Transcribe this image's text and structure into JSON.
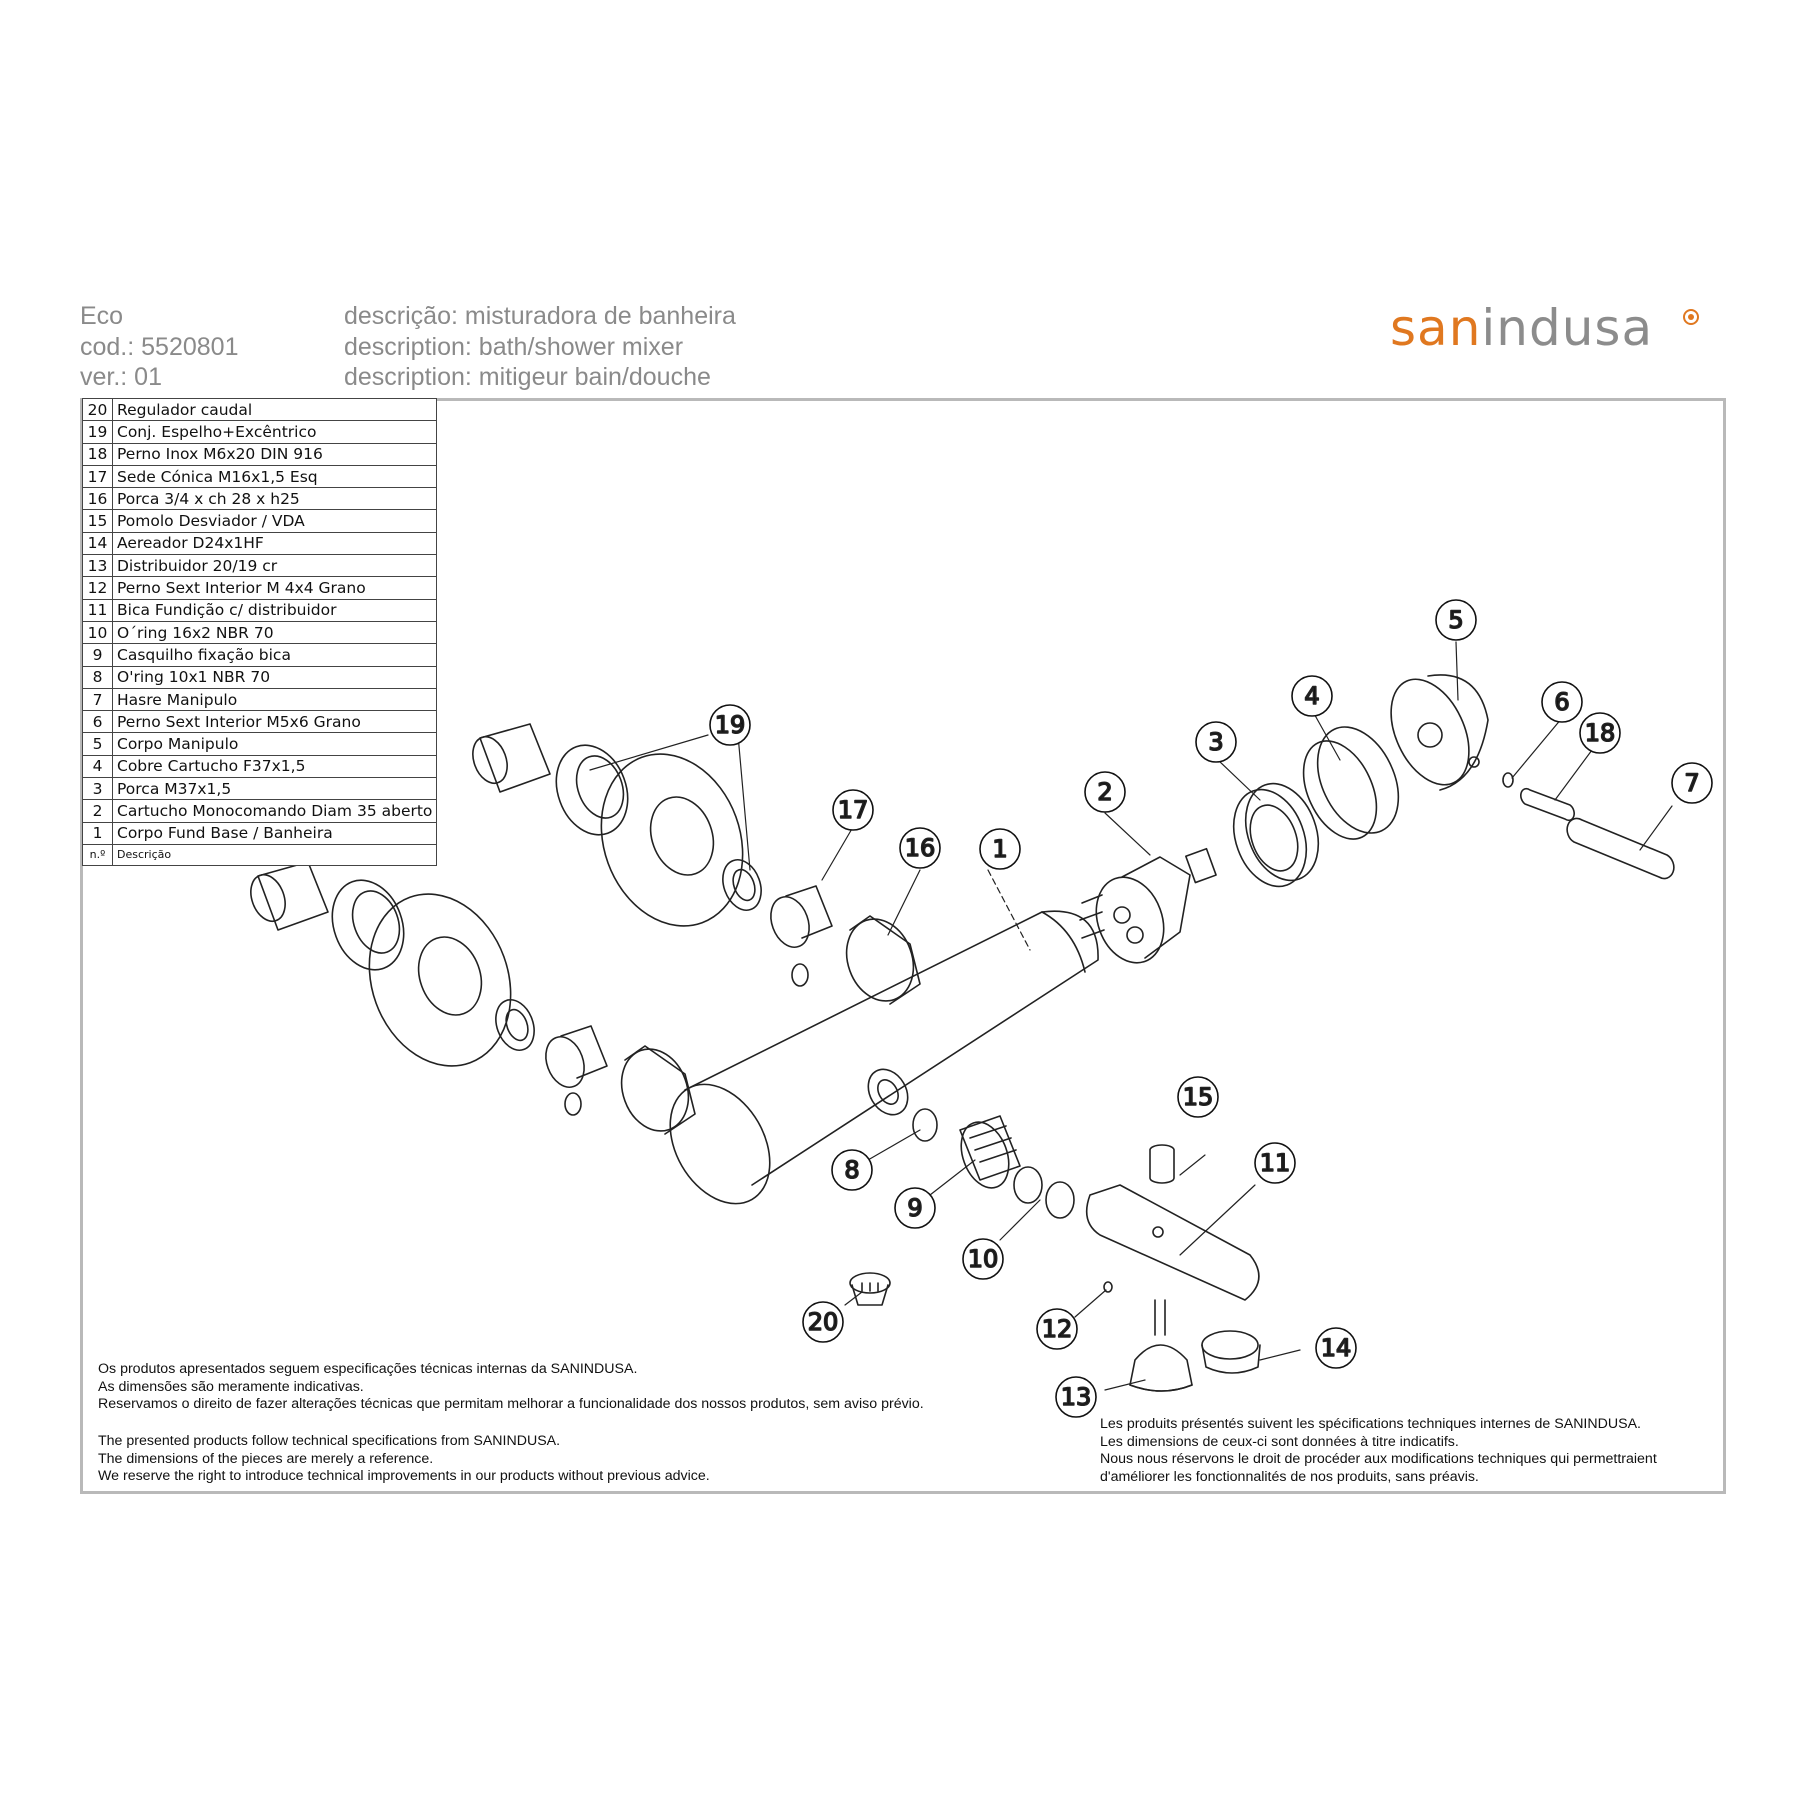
{
  "header": {
    "model": "Eco",
    "code": "cod.: 5520801",
    "version": "ver.: 01",
    "desc_pt": "descrição: misturadora de banheira",
    "desc_en": "description:  bath/shower mixer",
    "desc_fr": "description: mitigeur bain/douche"
  },
  "brand": {
    "part1": "san",
    "part2": "indusa",
    "accent": "#e07820",
    "grey": "#8c8c8c"
  },
  "parts_table": {
    "rows": [
      {
        "n": "20",
        "desc": "Regulador caudal"
      },
      {
        "n": "19",
        "desc": "Conj. Espelho+Excêntrico"
      },
      {
        "n": "18",
        "desc": "Perno Inox M6x20 DIN 916"
      },
      {
        "n": "17",
        "desc": "Sede Cónica M16x1,5 Esq"
      },
      {
        "n": "16",
        "desc": "Porca 3/4 x ch 28 x h25"
      },
      {
        "n": "15",
        "desc": "Pomolo Desviador / VDA"
      },
      {
        "n": "14",
        "desc": "Aereador D24x1HF"
      },
      {
        "n": "13",
        "desc": "Distribuidor 20/19 cr"
      },
      {
        "n": "12",
        "desc": "Perno Sext Interior M 4x4 Grano"
      },
      {
        "n": "11",
        "desc": "Bica Fundição c/ distribuidor"
      },
      {
        "n": "10",
        "desc": "O´ring 16x2 NBR 70"
      },
      {
        "n": "9",
        "desc": "Casquilho fixação bica"
      },
      {
        "n": "8",
        "desc": "O'ring 10x1 NBR 70"
      },
      {
        "n": "7",
        "desc": "Hasre Manipulo"
      },
      {
        "n": "6",
        "desc": "Perno Sext Interior M5x6 Grano"
      },
      {
        "n": "5",
        "desc": "Corpo Manipulo"
      },
      {
        "n": "4",
        "desc": "Cobre Cartucho F37x1,5"
      },
      {
        "n": "3",
        "desc": "Porca M37x1,5"
      },
      {
        "n": "2",
        "desc": "Cartucho Monocomando Diam 35 aberto"
      },
      {
        "n": "1",
        "desc": "Corpo Fund Base / Banheira"
      }
    ],
    "footer_n": "n.º",
    "footer_desc": "Descrição"
  },
  "callouts": [
    "1",
    "2",
    "3",
    "4",
    "5",
    "6",
    "7",
    "8",
    "9",
    "10",
    "11",
    "12",
    "13",
    "14",
    "15",
    "16",
    "17",
    "18",
    "19",
    "20"
  ],
  "notes": {
    "pt": [
      "Os produtos apresentados seguem especificações técnicas internas da SANINDUSA.",
      "As dimensões são meramente indicativas.",
      "Reservamos o direito de fazer alterações técnicas que permitam melhorar a funcionalidade dos nossos produtos, sem aviso prévio."
    ],
    "en": [
      "The presented products follow technical specifications from SANINDUSA.",
      "The dimensions of the pieces are merely a reference.",
      "We reserve the right to introduce technical improvements in our products without previous advice."
    ],
    "fr": [
      "Les produits présentés suivent les spécifications techniques internes de SANINDUSA.",
      "Les dimensions de ceux-ci sont données à titre indicatifs.",
      "Nous nous réservons le droit de procéder aux modifications techniques qui permettraient",
      "d'améliorer les fonctionnalités de nos produits, sans préavis."
    ]
  }
}
